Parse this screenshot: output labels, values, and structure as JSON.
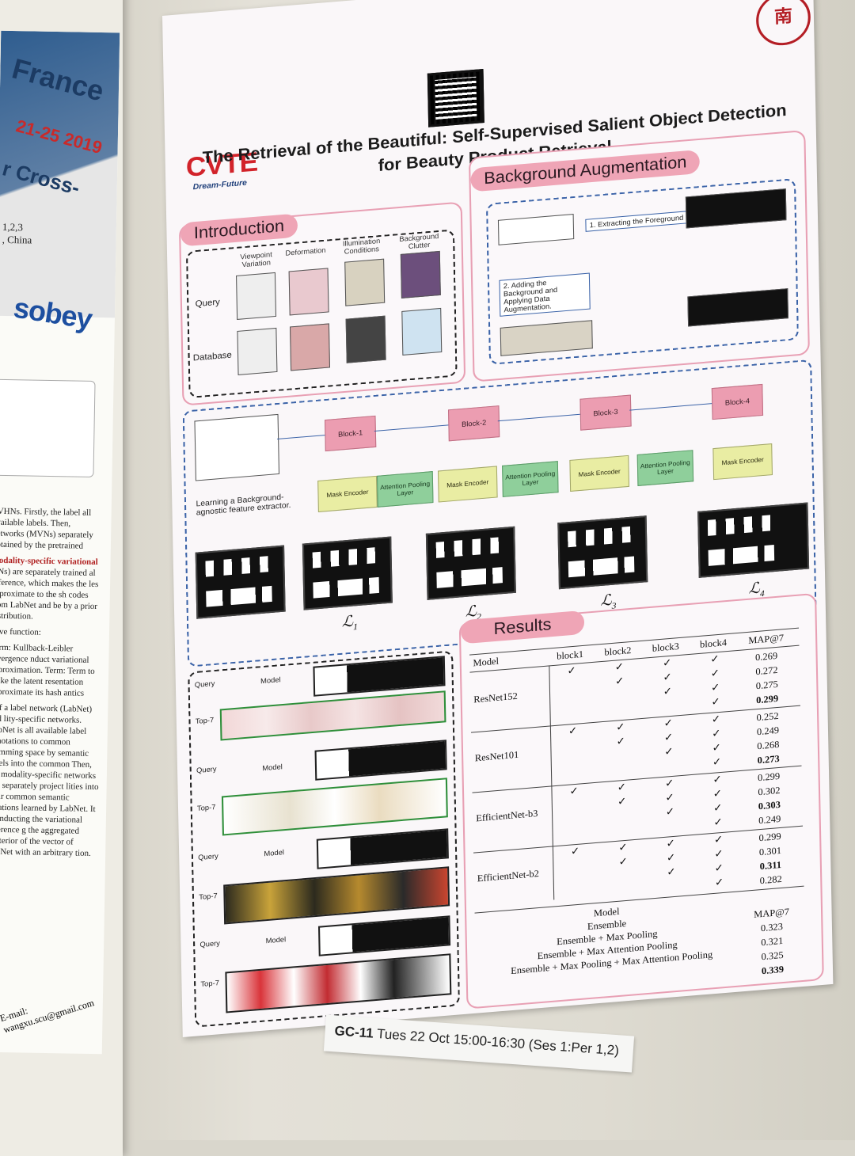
{
  "left_poster": {
    "title_fragment": "France",
    "date_fragment": "21-25 2019",
    "cross_fragment": "r Cross-",
    "affil_fragment": "1,2,3",
    "china_fragment": ", China",
    "sponsor": "sobey",
    "para1": "SVHNs. Firstly, the label all available labels. Then, networks (MVNs) separately obtained by the pretrained",
    "para2_red": "modality-specific variational",
    "para2": "VNs) are separately trained al inference, which makes the les approximate to the sh codes from LabNet and be by a prior distribution.",
    "para3": "ctive function:",
    "para4": "Term: Kullback-Leibler divergence nduct variational approximation. Term: Term to make the latent resentation approximate its hash antics",
    "para5": "s of a label network (LabNet) and lity-specific networks. LabNet is all available label annotations to common Hamming space by semantic labels into the common Then, the modality-specific networks can separately project lities into their common semantic entations learned by LabNet. It is onducting the variational inference g the aggregated posterior of the vector of LabNet with an arbitrary tion.",
    "email": "E-mail: wangxu.scu@gmail.com"
  },
  "poster": {
    "logo": "CVTE",
    "logo_sub": "Dream-Future",
    "seal": "南",
    "title_line1": "The Retrieval of the Beautiful: Self-Supervised Salient Object Detection",
    "title_line2": "for Beauty Product Retrieval",
    "intro": {
      "heading": "Introduction",
      "columns": [
        "Viewpoint Variation",
        "Deformation",
        "Illumination Conditions",
        "Background Clutter"
      ],
      "rows": [
        "Query",
        "Database"
      ]
    },
    "bg_aug": {
      "heading": "Background Augmentation",
      "step1": "1. Extracting the Foreground",
      "step2": "2. Adding the Background and Applying Data Augmentation."
    },
    "arch": {
      "blocks": [
        "Block-1",
        "Block-2",
        "Block-3",
        "Block-4"
      ],
      "mask_encoder": "Mask Encoder",
      "attention": "Attention Pooling Layer",
      "caption": "Learning a Background-agnostic feature extractor.",
      "losses": [
        "1",
        "2",
        "3",
        "4"
      ],
      "loss_symbol": "ℒ"
    },
    "examples": {
      "query_label": "Query",
      "top_label": "Top-7",
      "model_label": "Model"
    },
    "results": {
      "heading": "Results",
      "headers": [
        "Model",
        "block1",
        "block2",
        "block3",
        "block4",
        "MAP@7"
      ],
      "groups": [
        {
          "name": "ResNet152",
          "values": [
            "0.269",
            "0.272",
            "0.275",
            "0.299"
          ]
        },
        {
          "name": "ResNet101",
          "values": [
            "0.252",
            "0.249",
            "0.268",
            "0.273"
          ]
        },
        {
          "name": "EfficientNet-b3",
          "values": [
            "0.299",
            "0.302",
            "0.303",
            "0.249"
          ]
        },
        {
          "name": "EfficientNet-b2",
          "values": [
            "0.299",
            "0.301",
            "0.311",
            "0.282"
          ]
        }
      ],
      "ensemble_header_model": "Model",
      "ensemble_header_map": "MAP@7",
      "ensemble": [
        {
          "name": "Ensemble",
          "value": "0.323"
        },
        {
          "name": "Ensemble + Max Pooling",
          "value": "0.321"
        },
        {
          "name": "Ensemble + Max Attention Pooling",
          "value": "0.325"
        },
        {
          "name": "Ensemble + Max Pooling + Max Attention Pooling",
          "value": "0.339"
        }
      ],
      "check": "✓"
    }
  },
  "session_label": {
    "code": "GC-11",
    "text": "Tues 22 Oct 15:00-16:30 (Ses 1:Per 1,2)"
  },
  "colors": {
    "pink": "#efa5b6",
    "block_pink": "#ec9db1",
    "mask_yellow": "#e9eda3",
    "attn_green": "#8fcf9b",
    "brand_red": "#d2232a"
  }
}
